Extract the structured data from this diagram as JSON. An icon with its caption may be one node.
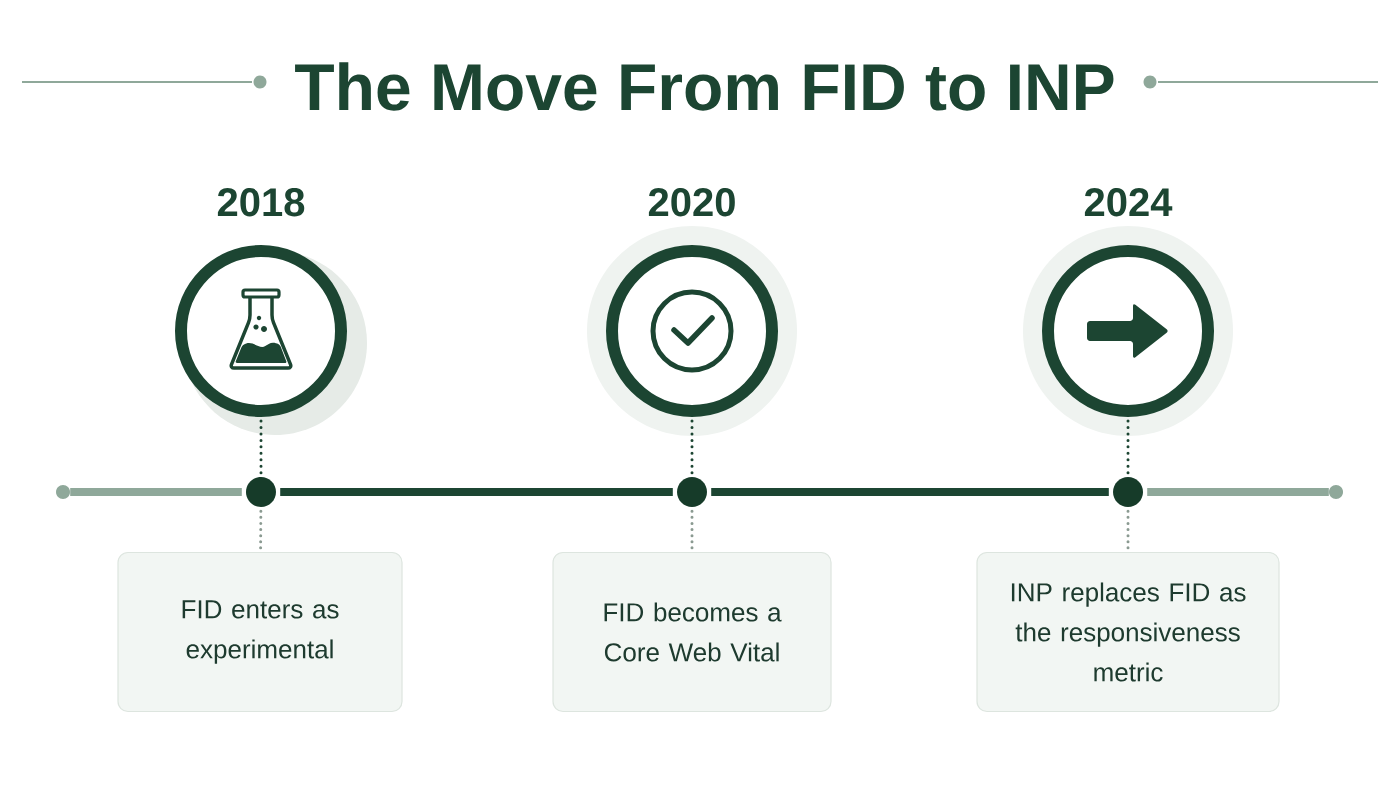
{
  "diagram": {
    "title": "The Move From FID to INP",
    "nodes": [
      {
        "text": [
          "2018"
        ]
      },
      {
        "text": [
          "2020"
        ]
      },
      {
        "text": [
          "2024"
        ]
      },
      {
        "text": [],
        "shape": "circle"
      },
      {
        "text": [],
        "shape": "circle"
      },
      {
        "text": [],
        "shape": "circle"
      },
      {
        "text": [],
        "shape": "circle"
      },
      {
        "text": [],
        "shape": "circle"
      },
      {
        "text": [
          "FID enters as experimental"
        ]
      },
      {
        "text": [
          "FID becomes a Core Web Vital"
        ]
      },
      {
        "text": [
          "INP replaces FID as the responsiveness metric"
        ]
      }
    ],
    "edges": [
      {
        "from": 0,
        "to": 4,
        "arrow": "none",
        "style": "dashed"
      },
      {
        "from": 4,
        "to": 8,
        "arrow": "none",
        "style": "dashed",
        "color": "#8a9a91"
      },
      {
        "from": 1,
        "to": 5,
        "arrow": "none",
        "style": "dashed"
      },
      {
        "from": 5,
        "to": 9,
        "arrow": "none",
        "style": "dashed",
        "color": "#8a9a91"
      },
      {
        "from": 2,
        "to": 6,
        "arrow": "none",
        "style": "dashed"
      },
      {
        "from": 6,
        "to": 10,
        "arrow": "none",
        "style": "dashed",
        "color": "#8a9a91"
      },
      {
        "from": 3,
        "to": 4,
        "arrow": "none",
        "style": "thick",
        "color": "#8fa89a"
      },
      {
        "from": 4,
        "to": 5,
        "arrow": "none",
        "style": "thick"
      },
      {
        "from": 5,
        "to": 6,
        "arrow": "none",
        "style": "thick"
      },
      {
        "from": 6,
        "to": 7,
        "arrow": "none",
        "style": "thick",
        "color": "#8fa89a"
      }
    ]
  }
}
